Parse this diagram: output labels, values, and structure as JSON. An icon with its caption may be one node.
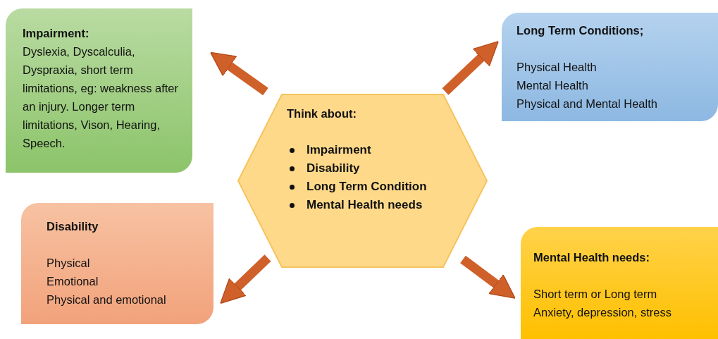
{
  "diagram": {
    "nodes": [
      {
        "text": [
          "Think about:",
          "Impairment",
          "Disability",
          "Long Term Condition",
          "Mental Health needs"
        ]
      },
      {
        "text": [
          "Impairment:",
          "Dyslexia, Dyscalculia, Dyspraxia, short term limitations, eg: weakness after an injury. Longer term limitations, Vison, Hearing, Speech."
        ]
      },
      {
        "text": [
          "Long Term Conditions;",
          "Physical Health",
          "Mental Health",
          "Physical and Mental Health"
        ]
      },
      {
        "text": [
          "Disability",
          "Physical",
          "Emotional",
          "Physical and emotional"
        ]
      },
      {
        "text": [
          "Mental Health needs:",
          "Short term or Long term",
          "Anxiety, depression, stress"
        ]
      }
    ],
    "edges": [
      {
        "from": 0,
        "to": 1,
        "arrow": "to"
      },
      {
        "from": 0,
        "to": 2,
        "arrow": "to"
      },
      {
        "from": 0,
        "to": 3,
        "arrow": "to"
      },
      {
        "from": 0,
        "to": 4,
        "arrow": "to"
      }
    ]
  }
}
